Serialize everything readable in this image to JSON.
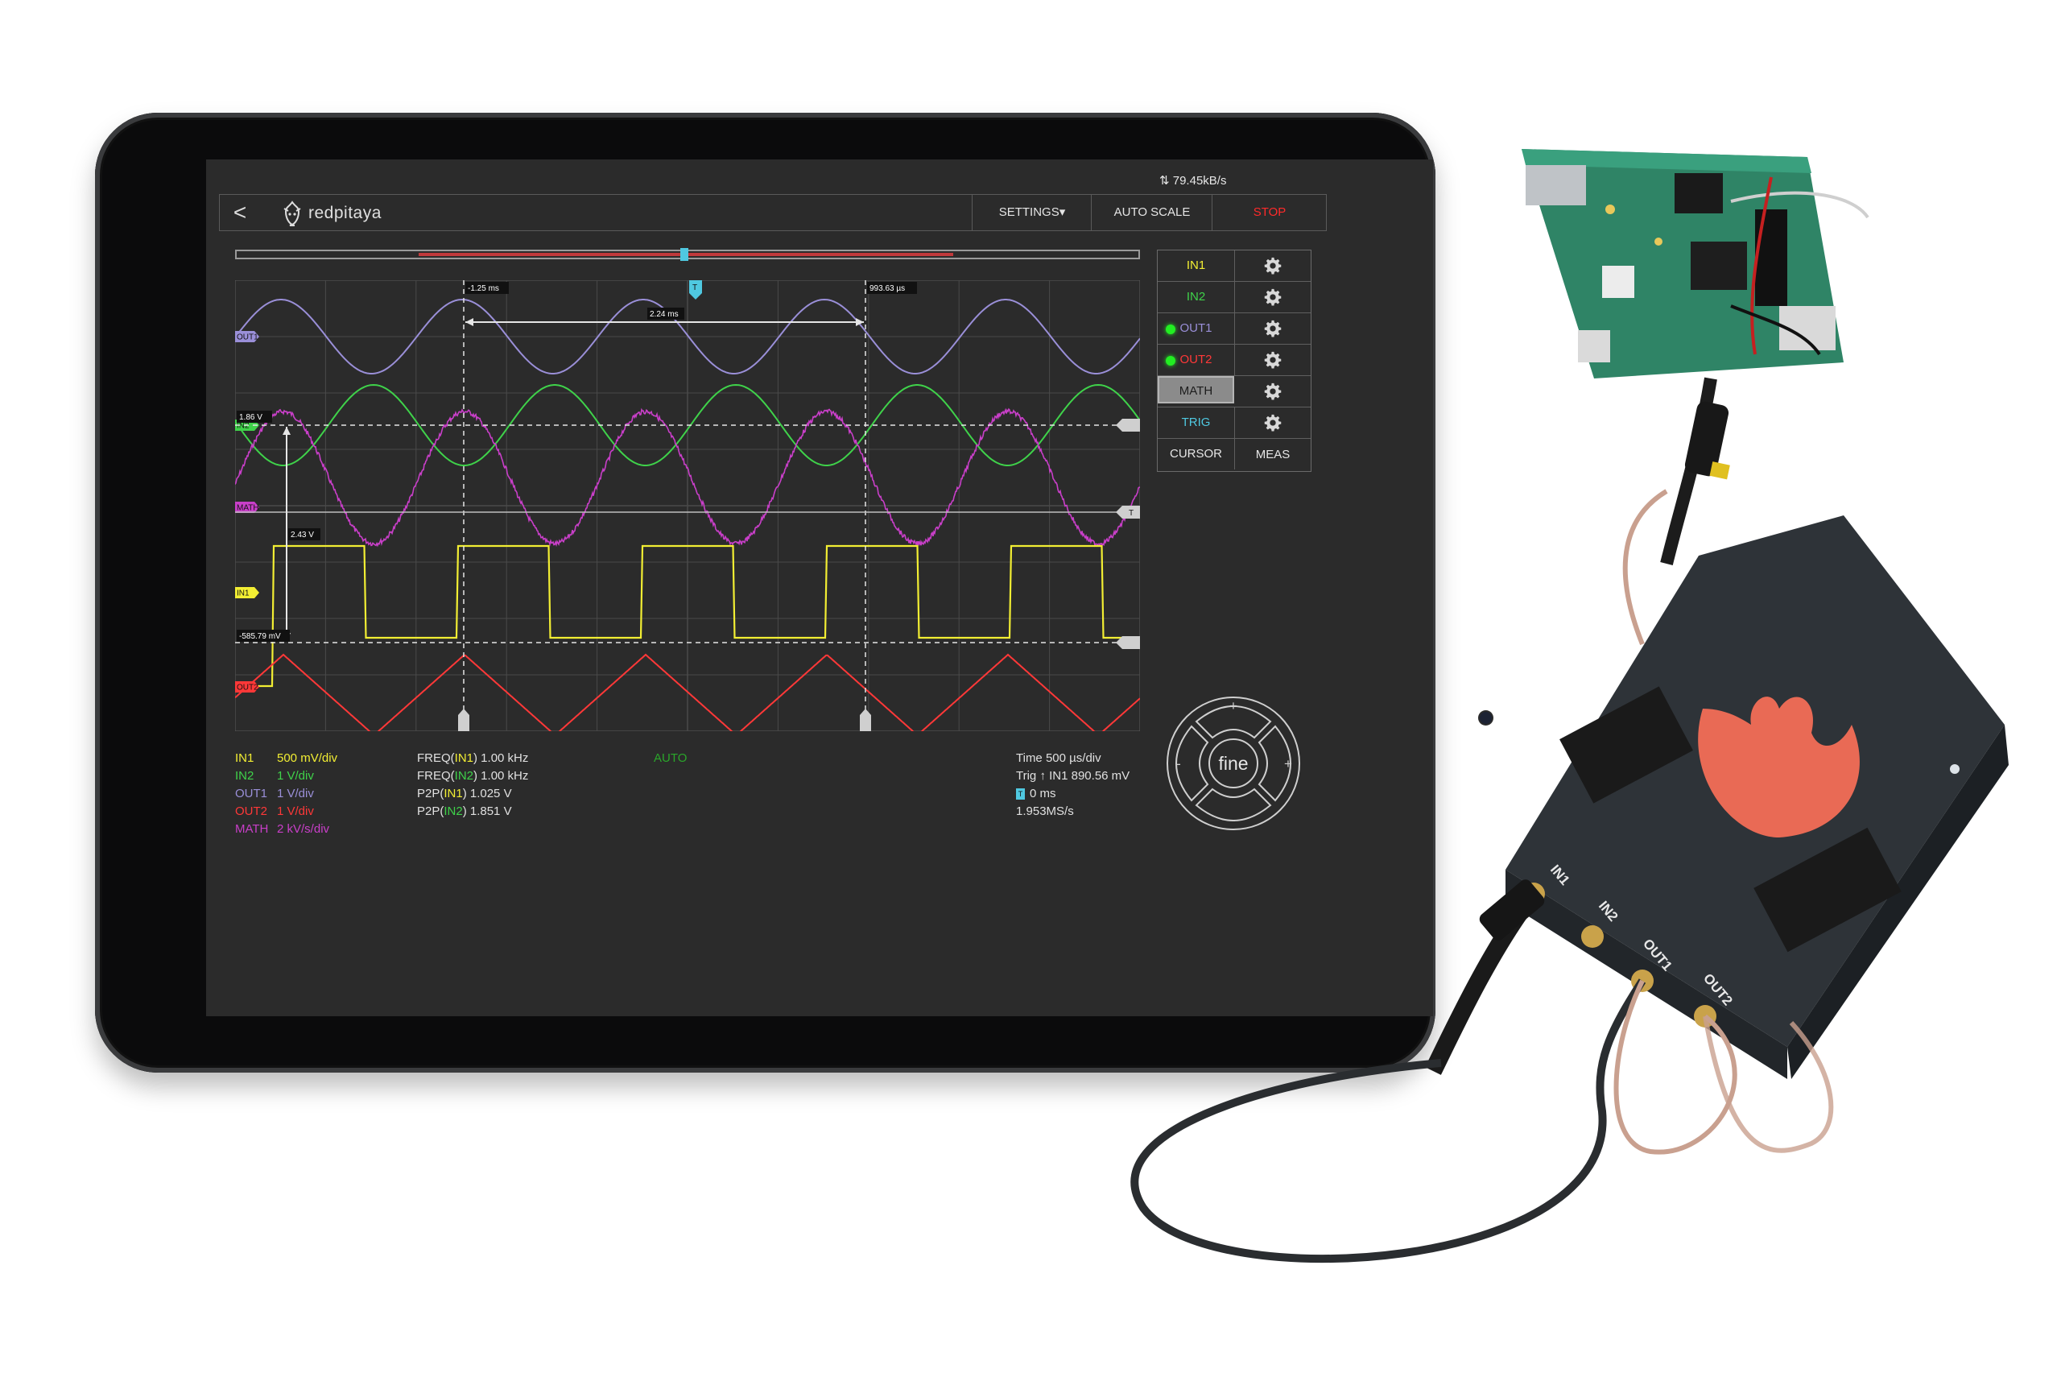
{
  "status_bar": {
    "network_rate": "79.45kB/s"
  },
  "header": {
    "back_label": "<",
    "logo_text": "redpitaya",
    "settings_label": "SETTINGS",
    "autoscale_label": "AUTO SCALE",
    "stop_label": "STOP"
  },
  "channels": [
    {
      "id": "in1",
      "label": "IN1",
      "color": "#f2ee33",
      "active_dot": false
    },
    {
      "id": "in2",
      "label": "IN2",
      "color": "#3fd24a",
      "active_dot": false
    },
    {
      "id": "out1",
      "label": "OUT1",
      "color": "#9a8fd8",
      "active_dot": true
    },
    {
      "id": "out2",
      "label": "OUT2",
      "color": "#ff3838",
      "active_dot": true
    },
    {
      "id": "math",
      "label": "MATH",
      "color": "#d9d9d9",
      "active_dot": false
    },
    {
      "id": "trig",
      "label": "TRIG",
      "color": "#4fc8e0",
      "active_dot": false
    }
  ],
  "panel_bottom": {
    "cursor_label": "CURSOR",
    "meas_label": "MEAS"
  },
  "plot": {
    "trace_tags": {
      "out1": "OUT1",
      "in2": "IN2",
      "math": "MATH",
      "in1": "IN1",
      "out2": "OUT2"
    },
    "trigger_marker": "T",
    "cursor_labels": {
      "x1": "-1.25 ms",
      "x2": "993.63 µs",
      "dx": "2.24 ms",
      "y1": "1.86 V",
      "y2": "-585.79 mV",
      "dy": "2.43 V"
    }
  },
  "nav_pad": {
    "center_label": "fine",
    "plus": "+",
    "minus": "-"
  },
  "scales": [
    {
      "name": "IN1",
      "value": "500 mV/div",
      "color": "#f2ee33"
    },
    {
      "name": "IN2",
      "value": "1 V/div",
      "color": "#3fd24a"
    },
    {
      "name": "OUT1",
      "value": "1 V/div",
      "color": "#9a8fd8"
    },
    {
      "name": "OUT2",
      "value": "1 V/div",
      "color": "#ff3838"
    },
    {
      "name": "MATH",
      "value": "2 kV/s/div",
      "color": "#c93fc9"
    }
  ],
  "measurements": {
    "freq_in1": {
      "prefix": "FREQ(",
      "ch": "IN1",
      "suffix": ") 1.00 kHz"
    },
    "freq_in2": {
      "prefix": "FREQ(",
      "ch": "IN2",
      "suffix": ") 1.00 kHz"
    },
    "p2p_in1": {
      "prefix": "P2P(",
      "ch": "IN1",
      "suffix": ") 1.025 V"
    },
    "p2p_in2": {
      "prefix": "P2P(",
      "ch": "IN2",
      "suffix": ") 1.851 V"
    }
  },
  "auto_label": "AUTO",
  "timebase": {
    "time": "Time 500 µs/div",
    "trig": "Trig ↑ IN1 890.56 mV",
    "trig_delay": "0 ms",
    "sample_rate": "1.953MS/s"
  },
  "board_ports": {
    "in1": "IN1",
    "in2": "IN2",
    "out1": "OUT1",
    "out2": "OUT2"
  }
}
